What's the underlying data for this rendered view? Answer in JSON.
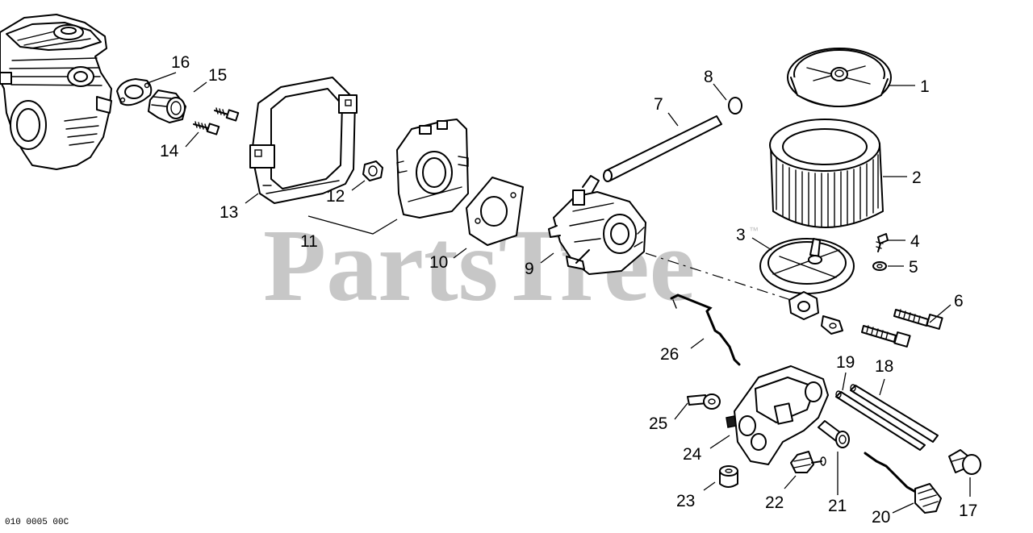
{
  "watermark": {
    "text": "PartsTree",
    "trademark": "™"
  },
  "diagram_code": "010 0005 00C",
  "callouts": {
    "c1": "1",
    "c2": "2",
    "c3": "3",
    "c4": "4",
    "c5": "5",
    "c6": "6",
    "c7": "7",
    "c8": "8",
    "c9": "9",
    "c10": "10",
    "c11": "11",
    "c12": "12",
    "c13": "13",
    "c14": "14",
    "c15": "15",
    "c16": "16",
    "c17": "17",
    "c18": "18",
    "c19": "19",
    "c20": "20",
    "c21": "21",
    "c22": "22",
    "c23": "23",
    "c24": "24",
    "c25": "25",
    "c26": "26"
  }
}
